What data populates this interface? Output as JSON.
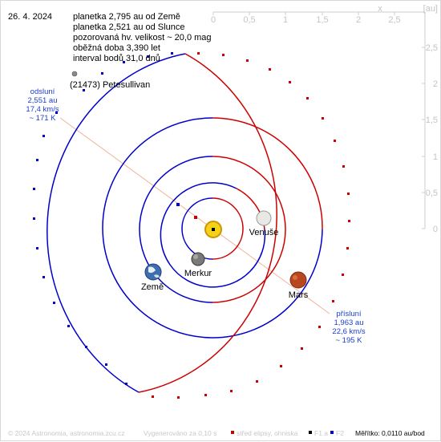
{
  "header": {
    "date": "26. 4. 2024",
    "info_lines": [
      "planetka 2,795 au od Země",
      "planetka 2,521 au od Slunce",
      "pozorovaná hv. velikost ~ 20,0 mag",
      "oběžná doba 3,390 let",
      "interval bodů 31,0 dnů"
    ]
  },
  "axes": {
    "x_label": "x",
    "unit_label": "[au]",
    "x_ticks": [
      "0",
      "0,5",
      "1",
      "1,5",
      "2",
      "2,5"
    ],
    "y_ticks": [
      "2,5",
      "2",
      "1,5",
      "1",
      "0,5",
      "0"
    ]
  },
  "asteroid_name": "(21473) Petesullivan",
  "aphelion": {
    "title": "odsluní",
    "distance": "2,551 au",
    "speed": "17,4 km/s",
    "temperature": "~ 171 K"
  },
  "perihelion": {
    "title": "přísluní",
    "distance": "1,963 au",
    "speed": "22,6 km/s",
    "temperature": "~ 195 K"
  },
  "planets": {
    "venus": "Venuše",
    "earth": "Země",
    "mercury": "Merkur",
    "mars": "Mars"
  },
  "footer": {
    "copyright": "© 2024 Astronomia, astronomia.zcu.cz",
    "generated": "Vygenerováno za 0,10 s",
    "legend_center": "střed elipsy, ohniska",
    "legend_f1": "F1 a",
    "legend_f2": "F2",
    "scale": "Měřítko: 0,0110 au/bod"
  },
  "colors": {
    "orbit_red": "#cc0000",
    "orbit_blue": "#0000cc",
    "label_blue": "#1a3fcf",
    "axis_gray": "#cccccc",
    "apsis_line": "#f0b39a"
  }
}
